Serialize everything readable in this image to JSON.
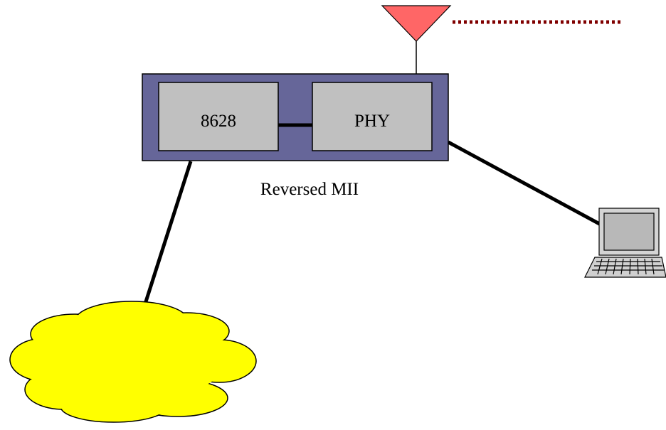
{
  "diagram": {
    "device": {
      "chip_label": "8628",
      "phy_label": "PHY",
      "interface_label": "Reversed MII"
    }
  },
  "colors": {
    "device_body": "#666699",
    "module_fill": "#c0c0c0",
    "antenna": "#ff5a5a",
    "radio_link": "#800000",
    "cloud": "#ffff00",
    "line": "#000000"
  },
  "icons": {
    "antenna": "antenna-icon",
    "cloud": "network-cloud-icon",
    "laptop": "laptop-icon"
  }
}
